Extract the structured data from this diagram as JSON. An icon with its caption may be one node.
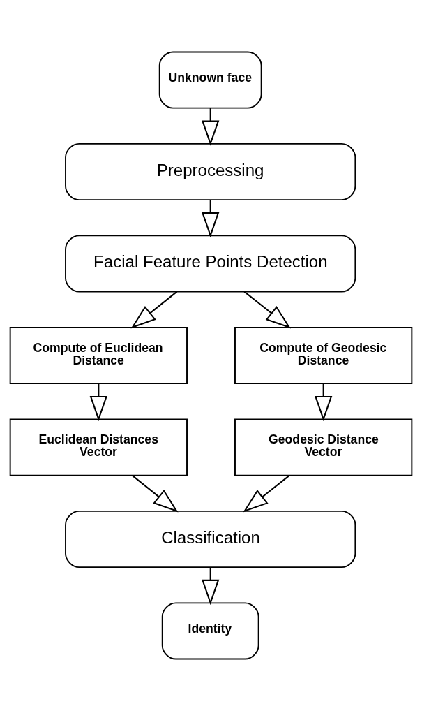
{
  "diagram": {
    "nodes": [
      {
        "text": [
          "Unknown face"
        ]
      },
      {
        "text": [
          "Preprocessing"
        ]
      },
      {
        "text": [
          "Facial Feature Points Detection"
        ]
      },
      {
        "text": [
          "Compute of Euclidean Distance"
        ]
      },
      {
        "text": [
          "Compute of Geodesic Distance"
        ]
      },
      {
        "text": [
          "Euclidean Distances Vector"
        ]
      },
      {
        "text": [
          "Geodesic Distance Vector"
        ]
      },
      {
        "text": [
          "Classification"
        ]
      },
      {
        "text": [
          "Identity"
        ]
      }
    ],
    "edges": [
      {
        "from": 0,
        "to": 1,
        "arrow": "to"
      },
      {
        "from": 1,
        "to": 2,
        "arrow": "to"
      },
      {
        "from": 2,
        "to": 3,
        "arrow": "to"
      },
      {
        "from": 2,
        "to": 4,
        "arrow": "to"
      },
      {
        "from": 3,
        "to": 5,
        "arrow": "to"
      },
      {
        "from": 4,
        "to": 6,
        "arrow": "to"
      },
      {
        "from": 5,
        "to": 7,
        "arrow": "to"
      },
      {
        "from": 6,
        "to": 7,
        "arrow": "to"
      },
      {
        "from": 7,
        "to": 8,
        "arrow": "to"
      }
    ]
  }
}
